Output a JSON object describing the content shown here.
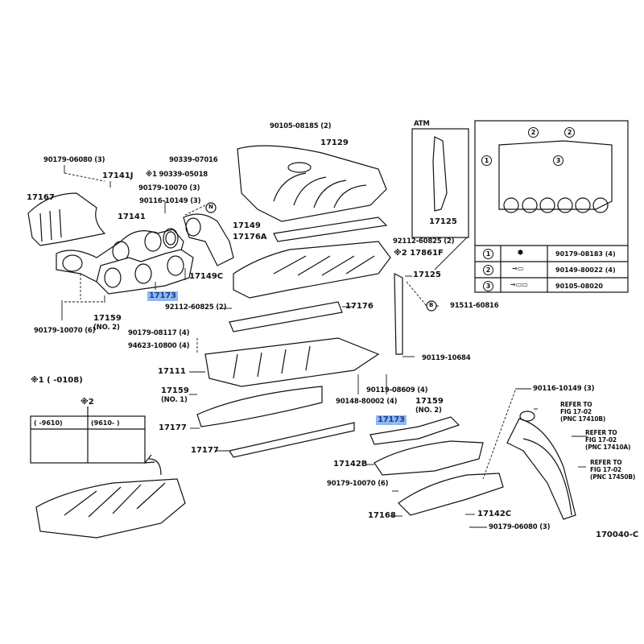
{
  "diagram": {
    "figure_code": "170040-C",
    "highlight_color": "#8fb8f0",
    "labels": {
      "l90179_06080_a": "90179-06080 (3)",
      "l17141J": "17141J",
      "l17167": "17167",
      "l17141": "17141",
      "l90339_07016": "90339-07016",
      "l90339_05018": "※1 90339-05018",
      "l90179_10070_3": "90179-10070 (3)",
      "l90116_10149_a": "90116-10149 (3)",
      "l90105_08185": "90105-08185 (2)",
      "l17129": "17129",
      "l17149": "17149",
      "l17176A": "17176A",
      "l17149C": "17149C",
      "l17173_a": "17173",
      "l92112_60825_a": "92112-60825 (2)",
      "l92112_60825_b": "92112-60825 (2)",
      "l17861F": "※2 17861F",
      "l17125_a": "17125",
      "l17125_b": "17125",
      "l17176": "17176",
      "l91511_60816": "91511-60816",
      "l90179_10070_6a": "90179-10070 (6)",
      "l17159_no2_a": "17159",
      "l17159_no2_a2": "(NO. 2)",
      "l90179_08117": "90179-08117 (4)",
      "l94623_10800": "94623-10800 (4)",
      "l90119_10684": "90119-10684",
      "l17111": "17111",
      "l17159_no1": "17159",
      "l17159_no1b": "(NO. 1)",
      "l90119_08609": "90119-08609 (4)",
      "l90148_80002": "90148-80002 (4)",
      "l17177_a": "17177",
      "l17177_b": "17177",
      "l17173_b": "17173",
      "l17159_no2_b": "17159",
      "l17159_no2_b2": "(NO. 2)",
      "l17142B": "17142B",
      "l90179_10070_6b": "90179-10070 (6)",
      "l17168": "17168",
      "l17142C": "17142C",
      "l90179_06080_b": "90179-06080 (3)",
      "l90116_10149_b": "90116-10149 (3)",
      "l_atm": "ATM",
      "l_n": "N",
      "l_b": "B",
      "l_note1": "※1 (      -0108)",
      "l_note2": "※2"
    },
    "refer": [
      {
        "l1": "REFER TO",
        "l2": "FIG 17-02",
        "l3": "(PNC 17410B)"
      },
      {
        "l1": "REFER TO",
        "l2": "FIG 17-02",
        "l3": "(PNC 17410A)"
      },
      {
        "l1": "REFER TO",
        "l2": "FIG 17-02",
        "l3": "(PNC 17450B)"
      }
    ],
    "fastener_table": {
      "circle_labels": [
        "1",
        "2",
        "2",
        "3"
      ],
      "rows": [
        {
          "num": "1",
          "icon": "nut-icon",
          "part": "90179-08183 (4)"
        },
        {
          "num": "2",
          "icon": "bolt-icon",
          "part": "90149-80022 (4)"
        },
        {
          "num": "3",
          "icon": "long-bolt-icon",
          "part": "90105-08020"
        }
      ]
    },
    "variant_table": {
      "headers": [
        "(      -9610)",
        "(9610-      )"
      ]
    }
  }
}
